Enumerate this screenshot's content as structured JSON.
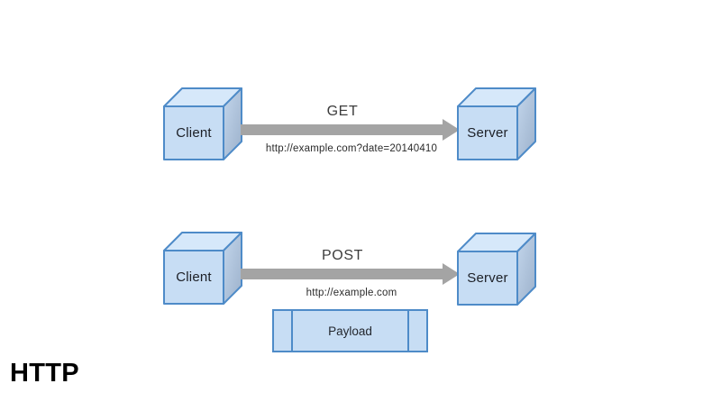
{
  "slide": {
    "footer_title": "HTTP"
  },
  "diagrams": [
    {
      "name": "http-get-request",
      "source": "Client",
      "target": "Server",
      "method": "GET",
      "url": "http://example.com?date=20140410"
    },
    {
      "name": "http-post-request",
      "source": "Client",
      "target": "Server",
      "method": "POST",
      "url": "http://example.com",
      "payload_label": "Payload"
    }
  ],
  "colors": {
    "cube_front": "#c7ddf4",
    "cube_top": "#d6e8fa",
    "cube_right_light": "#c3d6ec",
    "cube_right_dark": "#9cb1cb",
    "cube_border": "#4e8bc8",
    "arrow": "#a4a4a4",
    "label_text": "#3c3c3c",
    "payload_fill": "#c7ddf4",
    "payload_border": "#4e8bc8"
  }
}
